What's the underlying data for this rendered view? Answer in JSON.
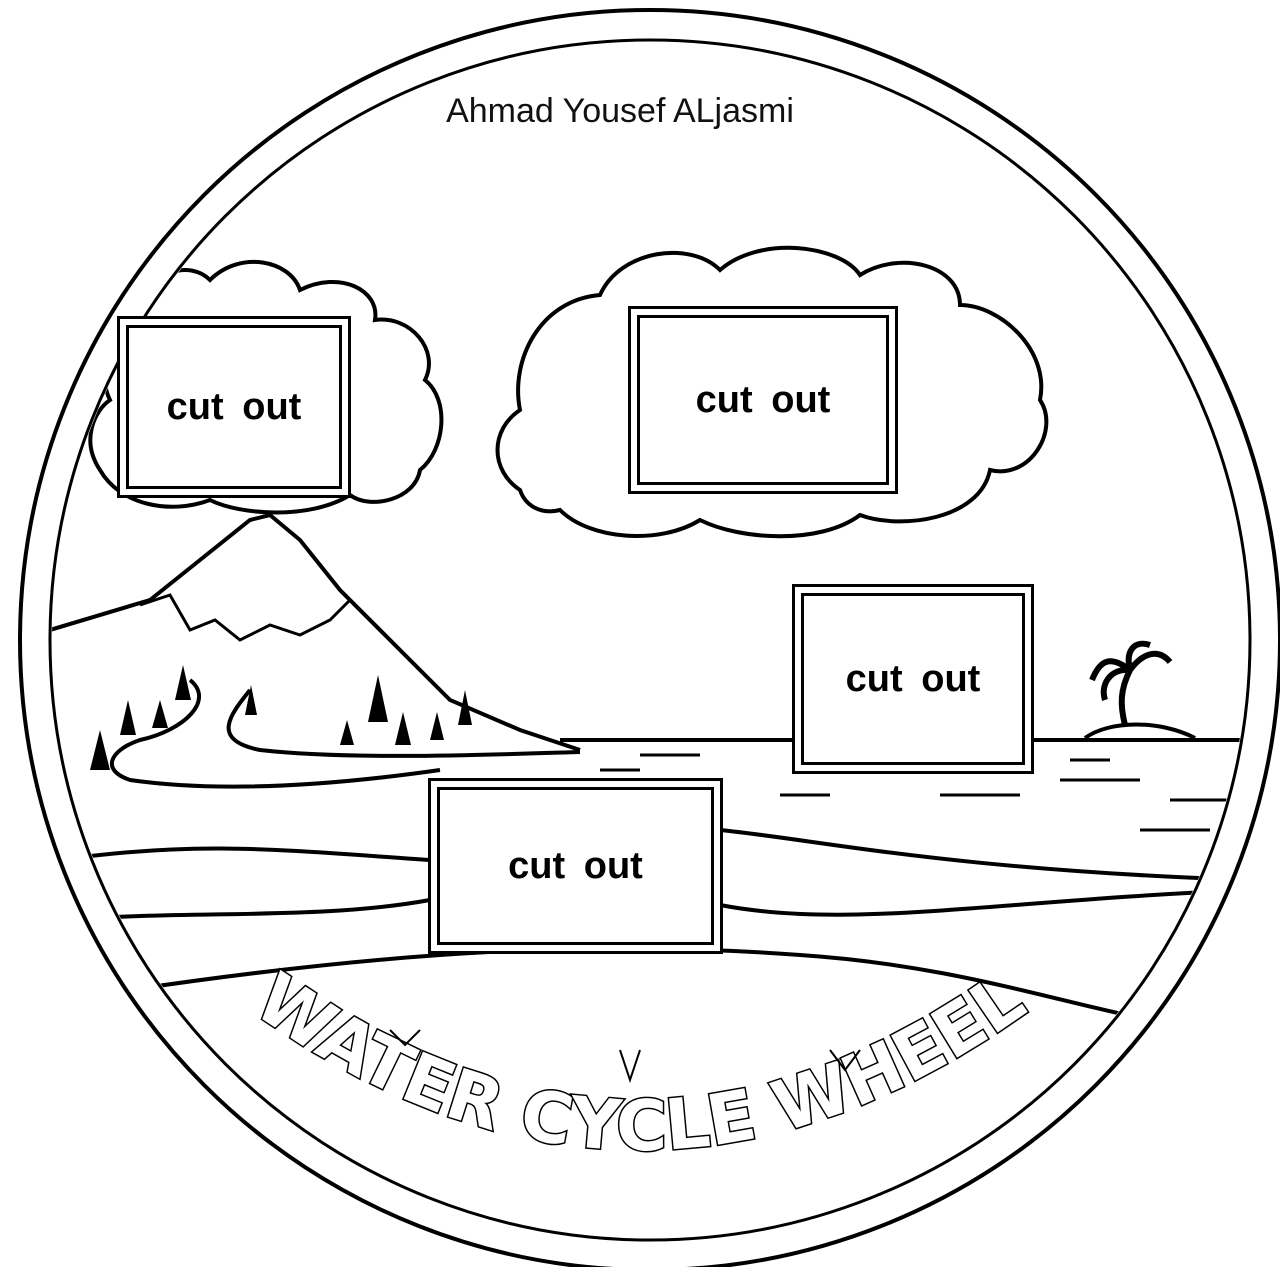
{
  "author": "Ahmad Yousef ALjasmi",
  "cutouts": [
    {
      "id": "cloud-left",
      "label": "cut out"
    },
    {
      "id": "cloud-right",
      "label": "cut out"
    },
    {
      "id": "sea-right",
      "label": "cut out"
    },
    {
      "id": "river-bottom",
      "label": "cut out"
    }
  ],
  "banner_title": "WATER CYCLE WHEEL"
}
